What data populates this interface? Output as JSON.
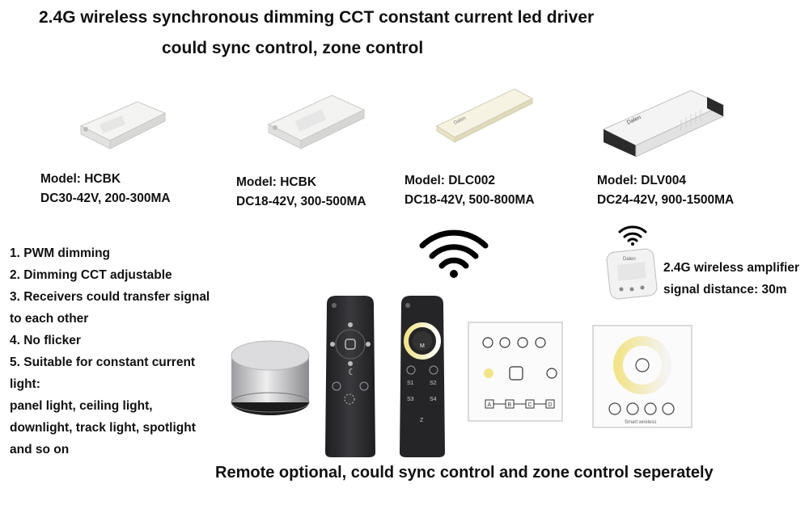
{
  "header": {
    "title_line1": "2.4G wireless synchronous dimming CCT constant current led driver",
    "title_line2": "could sync control, zone control"
  },
  "products": [
    {
      "model": "Model: HCBK",
      "spec": "DC30-42V, 200-300MA"
    },
    {
      "model": "Model: HCBK",
      "spec": "DC18-42V, 300-500MA"
    },
    {
      "model": "Model: DLC002",
      "spec": "DC18-42V, 500-800MA"
    },
    {
      "model": "Model: DLV004",
      "spec": "DC24-42V, 900-1500MA"
    }
  ],
  "features": [
    "1. PWM dimming",
    "2. Dimming CCT adjustable",
    "3. Receivers could transfer signal",
    "to each other",
    "4. No flicker",
    "5. Suitable for constant current",
    "light:",
    "panel light, ceiling light,",
    "downlight, track light, spotlight",
    "and so on"
  ],
  "amplifier": {
    "line1": "2.4G wireless amplifier",
    "line2": "signal distance: 30m"
  },
  "footer": {
    "caption": "Remote optional, could sync control and zone control seperately"
  },
  "device_labels": {
    "driver3_brand": "Dalen",
    "driver4_brand": "Dalen",
    "amp_brand": "Dalen",
    "remote2_buttons": [
      "M",
      "S1",
      "S2",
      "S3",
      "S4",
      "Z"
    ],
    "panel1_zones": [
      "A",
      "B",
      "C",
      "D"
    ],
    "panel2_brand": "Smart wireless"
  },
  "colors": {
    "accent_warm": "#f2e48a",
    "remote_body": "#2a2a2c"
  }
}
